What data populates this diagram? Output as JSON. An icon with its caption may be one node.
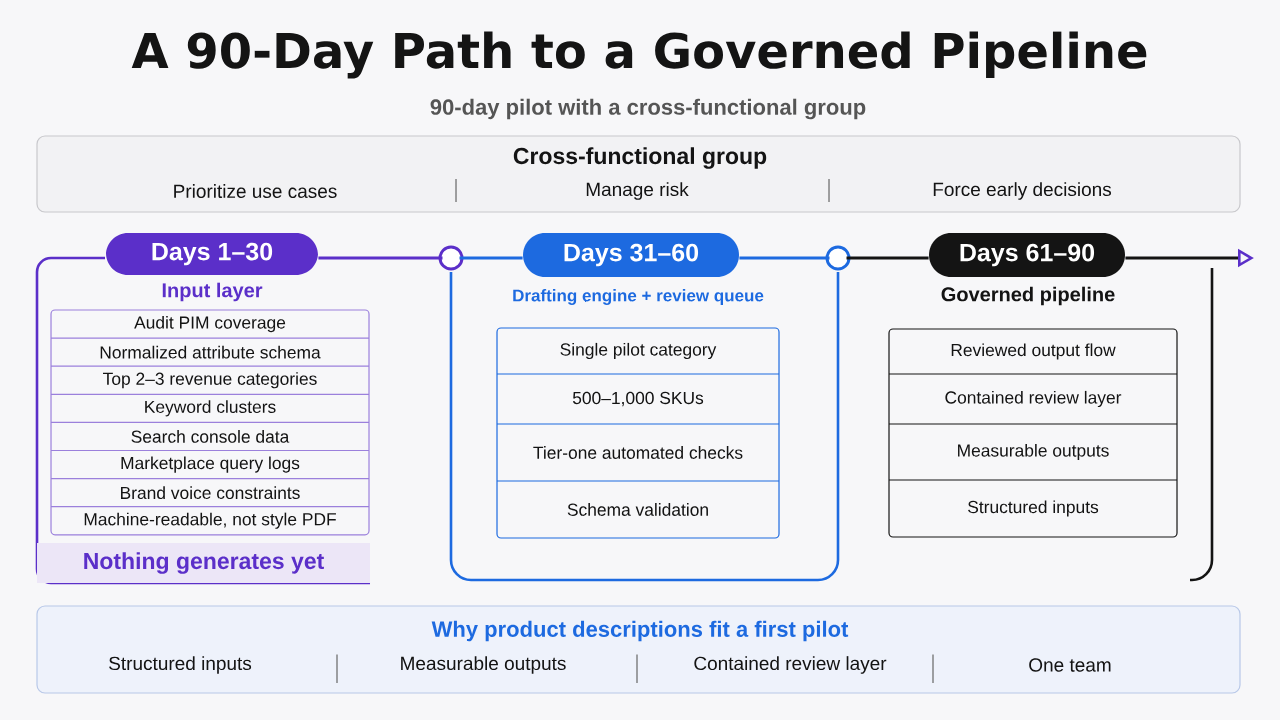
{
  "diagram": {
    "title": "A 90-Day Path to a Governed Pipeline",
    "nodes": [
      {
        "text": [
          "Cross-functional group",
          "Prioritize use cases",
          "Manage risk",
          "Force early decisions"
        ]
      },
      {
        "text": [
          "Days 1–30",
          "Input layer"
        ]
      },
      {
        "text": [
          "Audit PIM coverage",
          "Normalized attribute schema",
          "Top 2–3 revenue categories",
          "Keyword clusters",
          "Search console data",
          "Marketplace query logs",
          "Brand voice constraints",
          "Machine-readable, not style PDF"
        ],
        "in": 1
      },
      {
        "text": [
          "Nothing generates yet"
        ],
        "in": 1
      },
      {
        "text": [
          "Days 31–60",
          "Drafting engine + review queue"
        ]
      },
      {
        "text": [
          "Single pilot category",
          "500–1,000 SKUs",
          "Tier-one automated checks",
          "Schema validation"
        ],
        "in": 4
      },
      {
        "text": [
          "Days 61–90",
          "Governed pipeline"
        ]
      },
      {
        "text": [
          "Reviewed output flow",
          "Contained review layer",
          "Measurable outputs",
          "Structured inputs"
        ],
        "in": 6
      },
      {
        "text": [],
        "shape": "circle"
      },
      {
        "text": [],
        "shape": "circle"
      },
      {
        "text": [
          "Why product descriptions fit a first pilot",
          "Structured inputs",
          "Measurable outputs",
          "Contained review layer",
          "One team"
        ]
      }
    ],
    "edges": [
      {
        "from": 1,
        "to": 8,
        "arrow": "none",
        "color": "#5b2fc9"
      },
      {
        "from": 8,
        "to": 4,
        "arrow": "none",
        "color": "#1d6ae0"
      },
      {
        "from": 9,
        "to": 4,
        "arrow": "none",
        "color": "#1d6ae0"
      },
      {
        "from": 9,
        "to": 6,
        "arrow": "none",
        "color": "#141414"
      },
      {
        "from": 6,
        "to": null,
        "arrow": "to",
        "color": "#141414"
      }
    ],
    "labels": [
      "90-day pilot with a cross-functional group"
    ]
  }
}
